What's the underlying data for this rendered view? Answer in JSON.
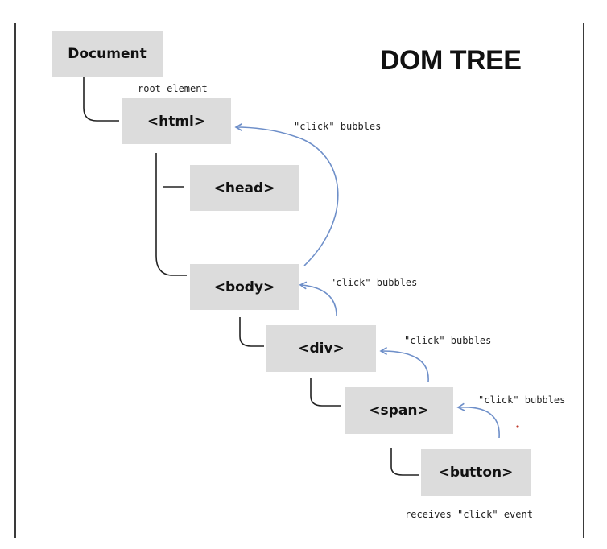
{
  "title": "DOM TREE",
  "nodes": {
    "document": "Document",
    "html": "<html>",
    "head": "<head>",
    "body": "<body>",
    "div": "<div>",
    "span": "<span>",
    "button": "<button>"
  },
  "annotations": {
    "root": "root element",
    "bubble_html": "\"click\" bubbles",
    "bubble_body": "\"click\" bubbles",
    "bubble_div": "\"click\" bubbles",
    "bubble_span": "\"click\" bubbles",
    "receives": "receives \"click\" event"
  },
  "colors": {
    "node_fill": "#dcdcdc",
    "connector": "#222222",
    "bubble_arrow": "#6e8fc9"
  }
}
